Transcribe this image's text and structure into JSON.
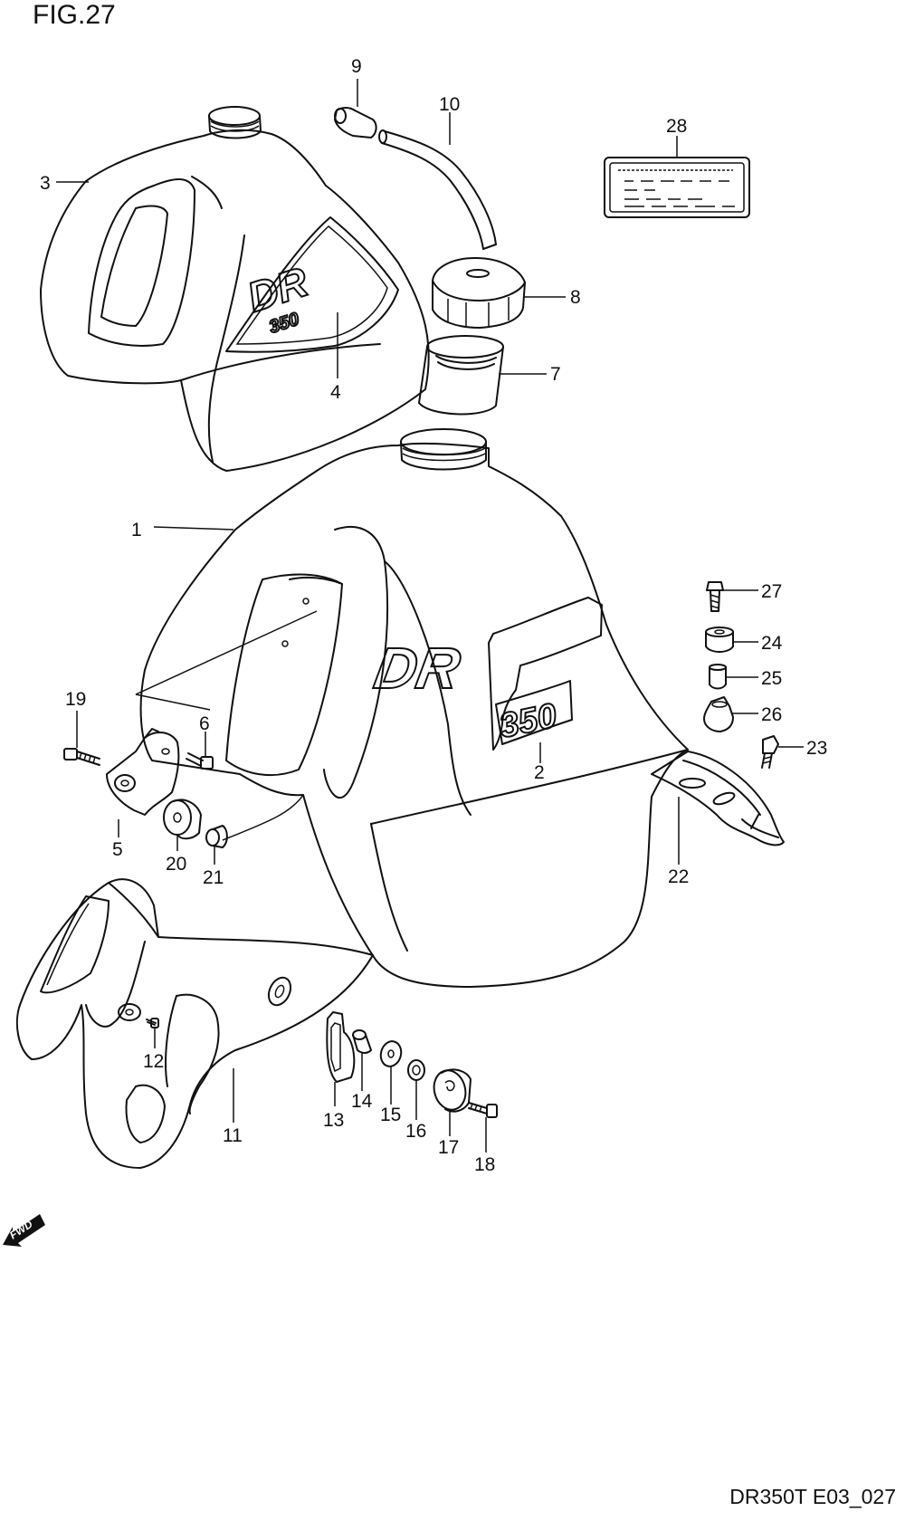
{
  "figure": {
    "title": "FIG.27",
    "code": "DR350T E03_027"
  },
  "fwd_label": "FWD",
  "logos": {
    "model_letters": "DR",
    "model_number": "350"
  },
  "callouts": [
    {
      "number": "1"
    },
    {
      "number": "2"
    },
    {
      "number": "3"
    },
    {
      "number": "4"
    },
    {
      "number": "5"
    },
    {
      "number": "6"
    },
    {
      "number": "7"
    },
    {
      "number": "8"
    },
    {
      "number": "9"
    },
    {
      "number": "10"
    },
    {
      "number": "11"
    },
    {
      "number": "12"
    },
    {
      "number": "13"
    },
    {
      "number": "14"
    },
    {
      "number": "15"
    },
    {
      "number": "16"
    },
    {
      "number": "17"
    },
    {
      "number": "18"
    },
    {
      "number": "19"
    },
    {
      "number": "20"
    },
    {
      "number": "21"
    },
    {
      "number": "22"
    },
    {
      "number": "23"
    },
    {
      "number": "24"
    },
    {
      "number": "25"
    },
    {
      "number": "26"
    },
    {
      "number": "27"
    },
    {
      "number": "28"
    }
  ]
}
